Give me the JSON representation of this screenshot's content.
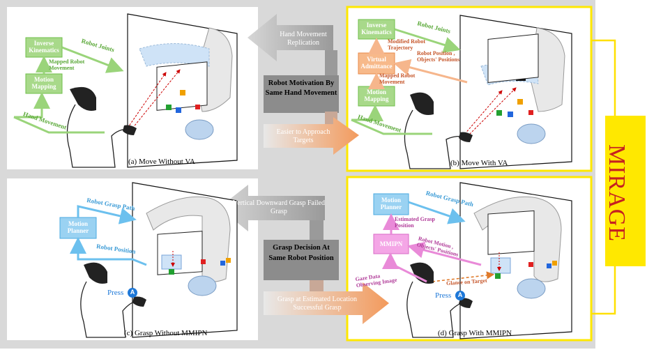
{
  "brand": "MIRAGE",
  "panels": {
    "a": {
      "caption": "(a) Move Without VA",
      "box_top": "Inverse Kinematics",
      "box_bottom": "Motion Mapping",
      "arrow_joints": "Robot Joints",
      "arrow_mapped": "Mapped Robot Movement",
      "arrow_hand": "Hand Movement"
    },
    "b": {
      "caption": "(b) Move With VA",
      "box_top": "Inverse Kinematics",
      "box_mid": "Virtual Admittance",
      "box_bottom": "Motion Mapping",
      "arrow_joints": "Robot Joints",
      "arrow_traj": "Modified Robot Trajectory",
      "arrow_pos": "Robot Position , Objects' Positions",
      "arrow_mapped": "Mapped Robot Movement",
      "arrow_hand": "Hand Movement"
    },
    "c": {
      "caption": "(c) Grasp Without MMIPN",
      "box": "Motion Planner",
      "arrow_path": "Robot Grasp Path",
      "arrow_pos": "Robot Position",
      "press": "Press",
      "button": "A"
    },
    "d": {
      "caption": "(d) Grasp With MMIPN",
      "box_top": "Motion Planner",
      "box_mid": "MMIPN",
      "arrow_path": "Robot Grasp Path",
      "arrow_est": "Estimated Grasp Position",
      "arrow_motion": "Robot Motion , Objects' Positions",
      "arrow_gaze": "Gaze Data Observing Image",
      "glance": "Glance on Target",
      "press": "Press",
      "button": "A"
    }
  },
  "center": {
    "top_arrow": "Hand Movement Replication",
    "top_box": "Robot Motivation By Same Hand Movement",
    "top_arrow2": "Easier to Approach Targets",
    "bot_arrow": "Vertical Downward Grasp Failed Grasp",
    "bot_box": "Grasp Decision At Same Robot Position",
    "bot_arrow2": "Grasp at Estimated Location Successful Grasp"
  },
  "colors": {
    "green": "#6fbf4a",
    "green_box": "#a8d98a",
    "orange_box": "#f7b98a",
    "blue_box": "#9ad2f2",
    "pink_box": "#f4a6e6",
    "yellow": "#ffe000",
    "gray": "#8c8c8c"
  }
}
